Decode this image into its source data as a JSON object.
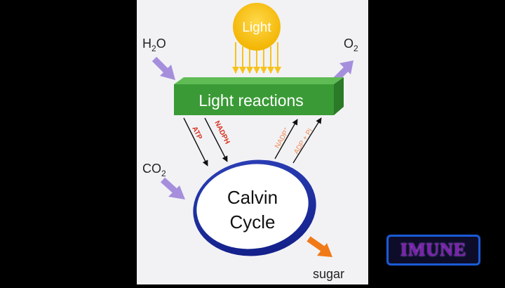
{
  "diagram": {
    "sun_label": "Light",
    "inputs": {
      "water": {
        "base": "H",
        "sub": "2",
        "tail": "O"
      },
      "carbon_dioxide": {
        "base": "CO",
        "sub": "2"
      }
    },
    "outputs": {
      "oxygen": {
        "base": "O",
        "sub": "2"
      },
      "sugar": "sugar"
    },
    "light_reactions_label": "Light reactions",
    "calvin_cycle": {
      "line1": "Calvin",
      "line2": "Cycle"
    },
    "arrow_labels": {
      "atp": "ATP",
      "nadph": "NADPH",
      "nadp": {
        "base": "NADP",
        "sup": "+"
      },
      "adp_pi": "ADP + Pi"
    }
  },
  "watermark": "IMUNE",
  "colors": {
    "panel": "#f2f2f5",
    "sun": "#f7c21a",
    "green_box": "#3a9a36",
    "input_arrows": "#a58fdc",
    "cycle_ring": "#1e2f9e",
    "sugar_arrow": "#f07a18",
    "label_red": "#d8321c",
    "label_orange": "#f08a50",
    "watermark_text": "#7e1fb0",
    "watermark_border": "#1a5bd6"
  }
}
